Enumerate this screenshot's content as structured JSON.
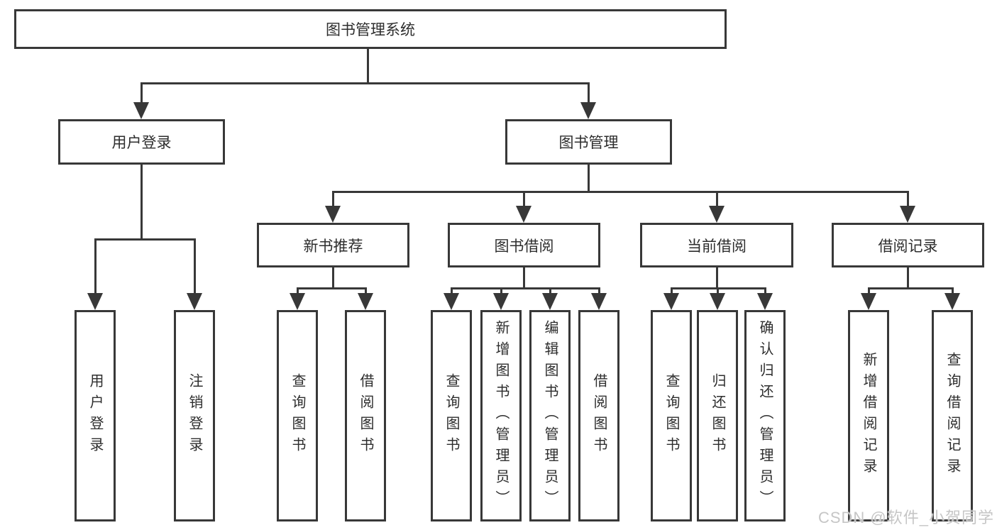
{
  "diagram": {
    "root": {
      "label": "图书管理系统"
    },
    "branches": [
      {
        "label": "用户登录",
        "children": [
          {
            "label": "用户登录"
          },
          {
            "label": "注销登录"
          }
        ]
      },
      {
        "label": "图书管理",
        "children": [
          {
            "label": "新书推荐",
            "children": [
              {
                "label": "查询图书"
              },
              {
                "label": "借阅图书"
              }
            ]
          },
          {
            "label": "图书借阅",
            "children": [
              {
                "label": "查询图书"
              },
              {
                "label": "新增图书（管理员）"
              },
              {
                "label": "编辑图书（管理员）"
              },
              {
                "label": "借阅图书"
              }
            ]
          },
          {
            "label": "当前借阅",
            "children": [
              {
                "label": "查询图书"
              },
              {
                "label": "归还图书"
              },
              {
                "label": "确认归还（管理员）"
              }
            ]
          },
          {
            "label": "借阅记录",
            "children": [
              {
                "label": "新增借阅记录"
              },
              {
                "label": "查询借阅记录"
              }
            ]
          }
        ]
      }
    ]
  },
  "watermark": "CSDN @软件_小贺同学",
  "colors": {
    "line": "#383838",
    "text": "#2d2d2d",
    "box_fill": "#ffffff",
    "watermark": "#c6c6c6",
    "background": "#ffffff"
  }
}
